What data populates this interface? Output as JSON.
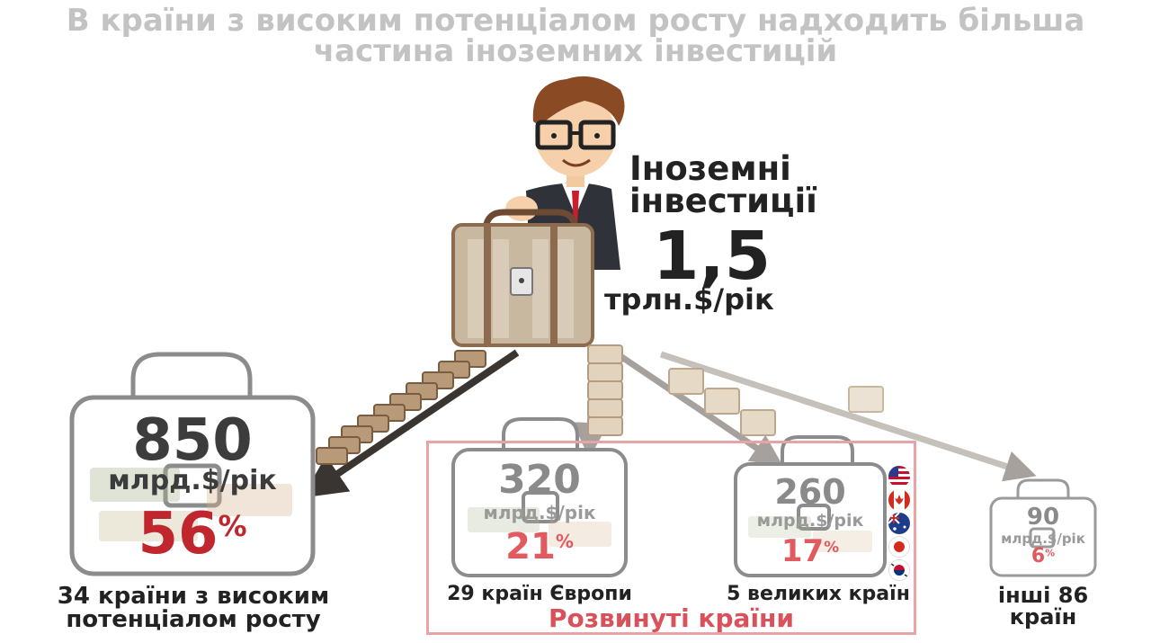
{
  "title": {
    "line1": "В країни з високим потенціалом росту надходить більша",
    "line2": "частина іноземних інвестицій"
  },
  "total": {
    "label_line1": "Іноземні",
    "label_line2": "інвестиції",
    "value": "1,5",
    "unit": "трлн.$/рік"
  },
  "groups": [
    {
      "value": "850",
      "unit": "млрд.$/рік",
      "percent": "56",
      "percent_sign": "%",
      "caption_line1": "34 країни з високим",
      "caption_line2": "потенціалом росту"
    },
    {
      "value": "320",
      "unit": "млрд.$/рік",
      "percent": "21",
      "percent_sign": "%",
      "caption_line1": "29 країн Європи",
      "caption_line2": ""
    },
    {
      "value": "260",
      "unit": "млрд.$/рік",
      "percent": "17",
      "percent_sign": "%",
      "caption_line1": "5 великих країн",
      "caption_line2": ""
    },
    {
      "value": "90",
      "unit": "млрд.$/рік",
      "percent": "6",
      "percent_sign": "%",
      "caption_line1": "інші 86",
      "caption_line2": "країн"
    }
  ],
  "developed_label": "Розвинуті країни",
  "flags": [
    "usa-flag-icon",
    "canada-flag-icon",
    "australia-flag-icon",
    "japan-flag-icon",
    "korea-flag-icon"
  ],
  "colors": {
    "title": "#c3c3c3",
    "accent_red": "#c0262d",
    "pale_red": "#e05a60",
    "case_outline": "#8c8c8c",
    "frame": "#e9a3a7"
  }
}
